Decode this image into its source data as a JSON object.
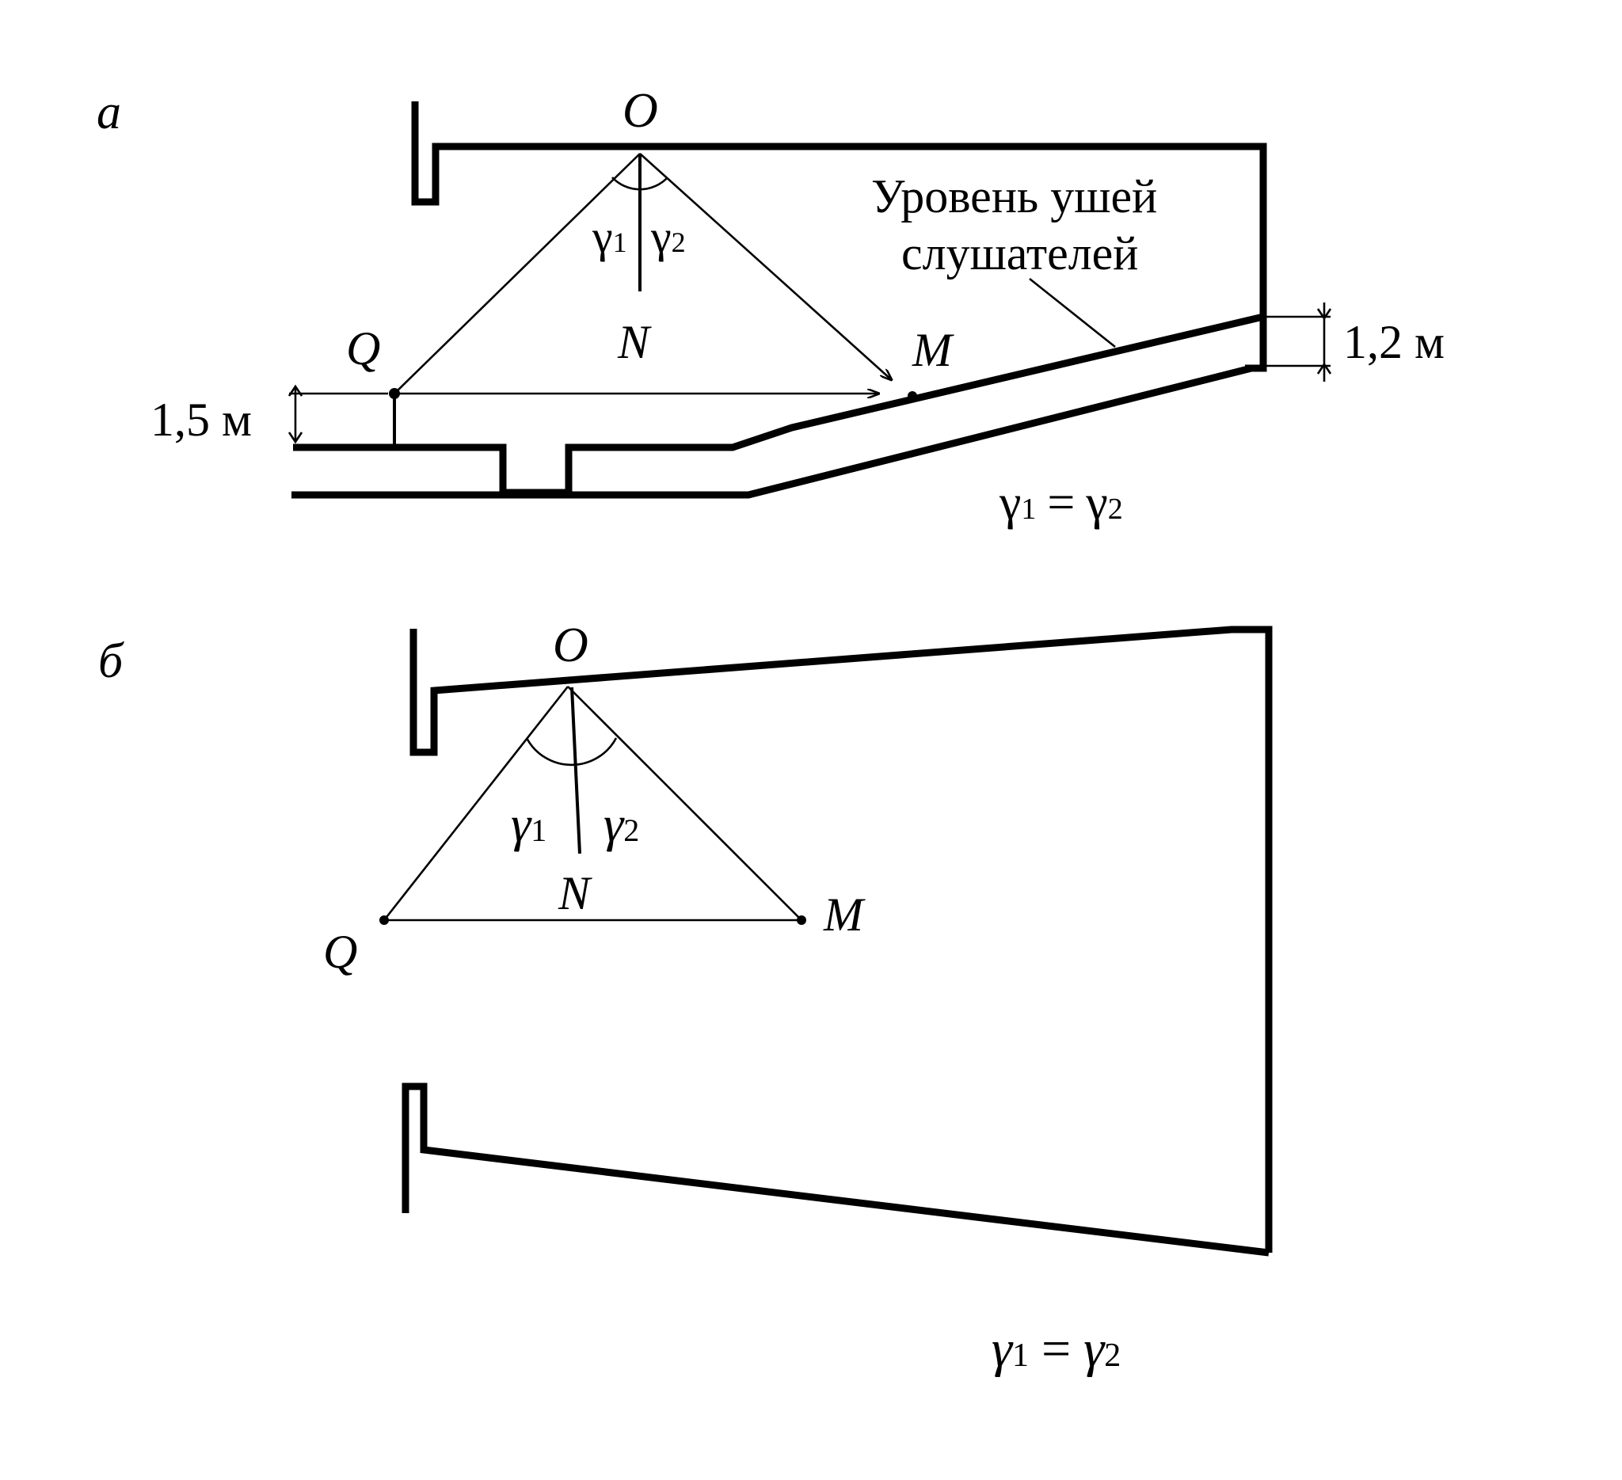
{
  "colors": {
    "ink": "#000000",
    "background": "#ffffff"
  },
  "diagram_a": {
    "panel_label": "а",
    "point_O": "O",
    "point_N": "N",
    "point_Q": "Q",
    "point_M": "M",
    "angle1": "γ",
    "angle1_sub": "1",
    "angle2": "γ",
    "angle2_sub": "2",
    "ear_level_line1": "Уровень ушей",
    "ear_level_line2": "слушателей",
    "dim_left": "1,5 м",
    "dim_right": "1,2 м",
    "eq_left": "γ",
    "eq_left_sub": "1",
    "eq_sign": "=",
    "eq_right": "γ",
    "eq_right_sub": "2"
  },
  "diagram_b": {
    "panel_label": "б",
    "point_O": "O",
    "point_N": "N",
    "point_Q": "Q",
    "point_M": "M",
    "angle1": "γ",
    "angle1_sub": "1",
    "angle2": "γ",
    "angle2_sub": "2",
    "eq_left": "γ",
    "eq_left_sub": "1",
    "eq_sign": "=",
    "eq_right": "γ",
    "eq_right_sub": "2"
  }
}
